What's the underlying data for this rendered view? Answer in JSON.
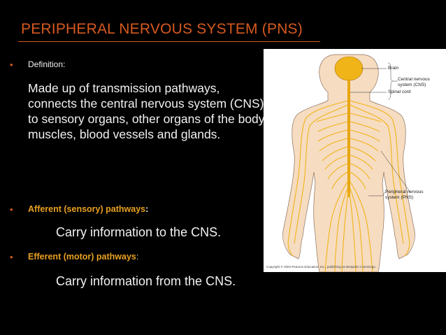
{
  "slide": {
    "title": "PERIPHERAL NERVOUS SYSTEM (PNS)",
    "definition_label": "Definition:",
    "definition_text": "Made up of transmission pathways, connects the central nervous system (CNS) to sensory organs, other organs of the body, muscles, blood vessels and glands.",
    "afferent_label": "Afferent (sensory) pathways",
    "afferent_colon": ":",
    "afferent_text": "Carry information to the CNS.",
    "efferent_label": "Efferent (motor) pathways",
    "efferent_colon": ":",
    "efferent_text": "Carry information from the CNS.",
    "bullet": "•"
  },
  "figure": {
    "labels": {
      "brain": "Brain",
      "spinal_cord": "Spinal cord",
      "cns": "Central nervous\nsystem (CNS)",
      "pns": "Peripheral nervous\nsystem (PNS)"
    },
    "copyright": "Copyright © 2004 Pearson Education, Inc., publishing as Benjamin Cummings."
  },
  "colors": {
    "background": "#000000",
    "title": "#d65a1f",
    "accent_label": "#e8a020",
    "text": "#f2f2f2",
    "nerve": "#f0b418",
    "skin": "#f6dcc0"
  }
}
